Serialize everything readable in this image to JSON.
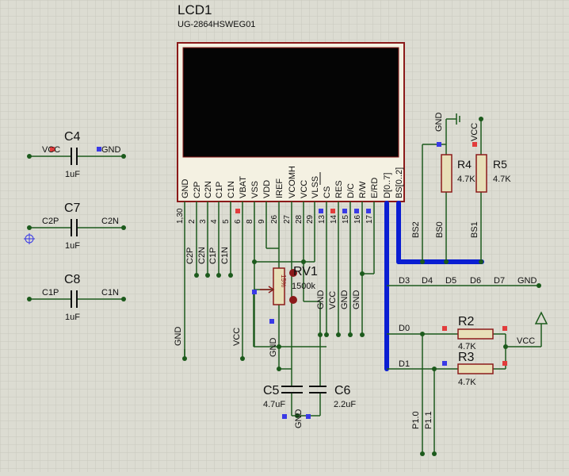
{
  "colors": {
    "background": "#dcdcd2",
    "grid": "#c9c9bd",
    "wire": "#1c5a1c",
    "bus": "#0a1ed2",
    "body": "#8b1a1a",
    "lcd_fill": "#f4f1e2",
    "screen": "#050505",
    "resistor_fill": "#e8e0b8",
    "pin_red": "#e23c3c",
    "pin_blue": "#3a3ae6",
    "text": "#101010"
  },
  "lcd": {
    "ref": "LCD1",
    "part": "UG-2864HSWEG01",
    "pins": [
      {
        "label": "GND",
        "number": "1,30"
      },
      {
        "label": "C2P",
        "number": "2"
      },
      {
        "label": "C2N",
        "number": "3"
      },
      {
        "label": "C1P",
        "number": "4"
      },
      {
        "label": "C1N",
        "number": "5"
      },
      {
        "label": "VBAT",
        "number": "6"
      },
      {
        "label": "VSS",
        "number": "8"
      },
      {
        "label": "VDD",
        "number": "9"
      },
      {
        "label": "IREF",
        "number": "26"
      },
      {
        "label": "VCOMH",
        "number": "27"
      },
      {
        "label": "VCC",
        "number": "28"
      },
      {
        "label": "VLSS",
        "number": "29"
      },
      {
        "label": "CS",
        "number": "13"
      },
      {
        "label": "RES",
        "number": "14"
      },
      {
        "label": "D/C",
        "number": "15"
      },
      {
        "label": "R/W",
        "number": "16"
      },
      {
        "label": "E/RD",
        "number": "17"
      },
      {
        "label": "D[0..7]",
        "number": ""
      },
      {
        "label": "BS[0..2]",
        "number": ""
      }
    ]
  },
  "capacitors": {
    "c4": {
      "ref": "C4",
      "value": "1uF",
      "left": "VCC",
      "right": "GND"
    },
    "c7": {
      "ref": "C7",
      "value": "1uF",
      "left": "C2P",
      "right": "C2N"
    },
    "c8": {
      "ref": "C8",
      "value": "1uF",
      "left": "C1P",
      "right": "C1N"
    },
    "c5": {
      "ref": "C5",
      "value": "4.7uF"
    },
    "c6": {
      "ref": "C6",
      "value": "2.2uF"
    }
  },
  "pot": {
    "ref": "RV1",
    "value": "1500k",
    "percent": "15%"
  },
  "resistors": {
    "r2": {
      "ref": "R2",
      "value": "4.7K"
    },
    "r3": {
      "ref": "R3",
      "value": "4.7K"
    },
    "r4": {
      "ref": "R4",
      "value": "4.7K"
    },
    "r5": {
      "ref": "R5",
      "value": "4.7K"
    }
  },
  "nets": {
    "c2p": "C2P",
    "c2n": "C2N",
    "c1p": "C1P",
    "c1n": "C1N",
    "gnd_left": "GND",
    "vcc_left": "VCC",
    "gnd_mid": "GND",
    "gnd_a": "GND",
    "vcc_a": "VCC",
    "gnd_b": "GND",
    "gnd_c": "GND",
    "gnd_top": "GND",
    "vcc_top": "VCC",
    "bs2": "BS2",
    "bs0": "BS0",
    "bs1": "BS1",
    "d3": "D3",
    "d4": "D4",
    "d5": "D5",
    "d6": "D6",
    "d7": "D7",
    "gnd_right": "GND",
    "d0": "D0",
    "d1": "D1",
    "vcc_right": "VCC",
    "p10": "P1.0",
    "p11": "P1.1",
    "gnd_bottom": "GND"
  }
}
